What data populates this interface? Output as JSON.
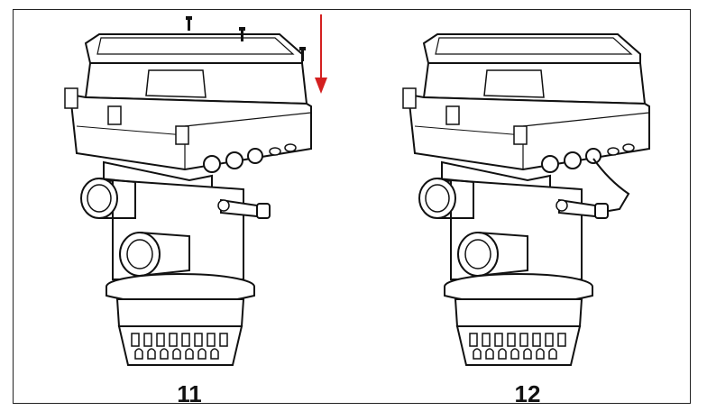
{
  "figures": [
    {
      "step_label": "11",
      "actions": [
        "screws-inserted",
        "arrow-down"
      ]
    },
    {
      "step_label": "12",
      "actions": [
        "cable-connected"
      ]
    }
  ],
  "colors": {
    "outline": "#111111",
    "arrow": "#d42020",
    "background": "#ffffff"
  }
}
